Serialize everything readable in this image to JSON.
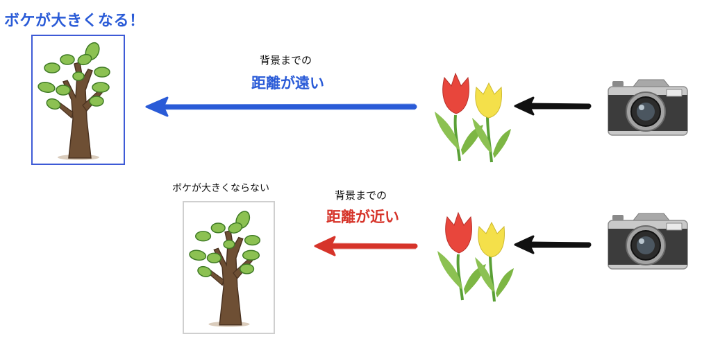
{
  "top_row": {
    "title": "ボケが大きくなる！",
    "label_top": "背景までの",
    "label_main": "距離が遠い"
  },
  "bottom_row": {
    "title": "ボケが大きくならない",
    "label_top": "背景までの",
    "label_main": "距離が近い"
  },
  "colors": {
    "blue": "#2a5bd7",
    "red": "#d6342a",
    "black": "#111111",
    "frame_blue": "#3d5ad6",
    "frame_gray": "#cfcfcf"
  },
  "icons": [
    "tree-icon",
    "tulip-icon",
    "camera-icon",
    "arrow-left-icon"
  ]
}
